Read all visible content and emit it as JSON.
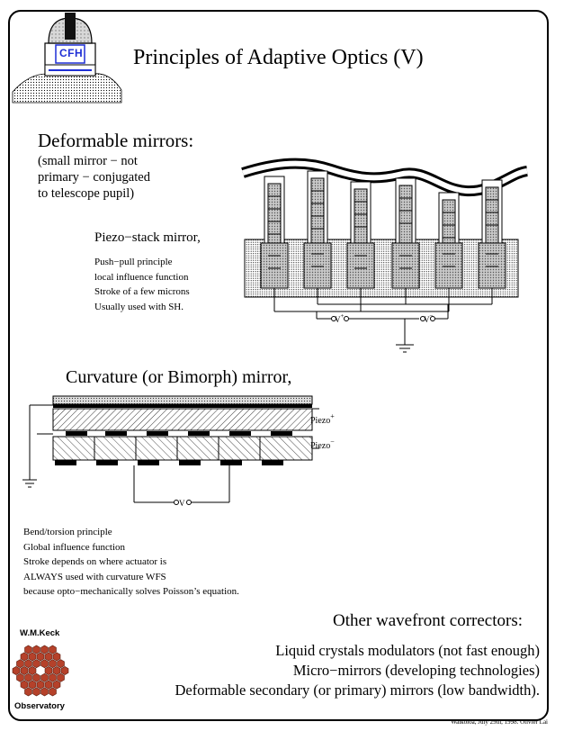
{
  "title": "Principles of Adaptive Optics (V)",
  "logos": {
    "cfh": "CFH",
    "keck_top": "W.M.Keck",
    "keck_bottom": "Observatory"
  },
  "deformable": {
    "heading": "Deformable mirrors:",
    "subtitle_lines": [
      "(small mirror − not",
      "primary − conjugated",
      "to telescope pupil)"
    ]
  },
  "piezo": {
    "title": "Piezo−stack mirror,",
    "notes": [
      "Push−pull principle",
      "local influence function",
      "Stroke of a few microns",
      "Usually used with SH."
    ],
    "v_plus": "V",
    "v_plus_sup": "+",
    "v_minus": "V",
    "v_minus_sup": "−"
  },
  "curvature": {
    "title": "Curvature (or Bimorph) mirror,",
    "piezo_plus": "Piezo",
    "piezo_plus_sup": "+",
    "piezo_minus": "Piezo",
    "piezo_minus_sup": "−",
    "v_label": "V",
    "notes": [
      "Bend/torsion principle",
      "Global influence function",
      "Stroke depends on where actuator is",
      "ALWAYS used with curvature WFS",
      "because opto−mechanically solves Poisson’s equation."
    ]
  },
  "other": {
    "title": "Other wavefront correctors:",
    "items": [
      "Liquid crystals modulators (not fast enough)",
      "Micro−mirrors (developing technologies)",
      "Deformable secondary (or primary) mirrors (low bandwidth)."
    ]
  },
  "footer": "Waikoloa, July 29th, 1998.   Olivier Lai"
}
